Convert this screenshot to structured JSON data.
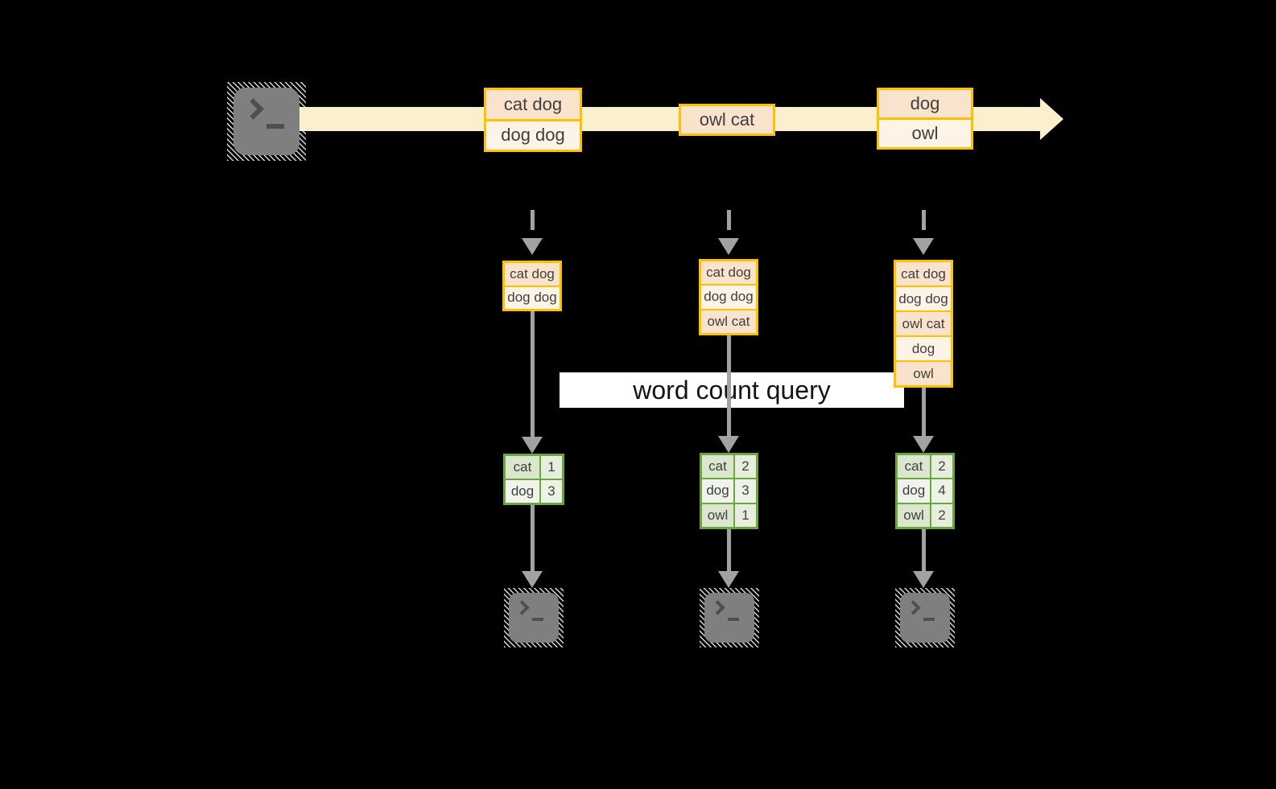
{
  "colors": {
    "background": "#000000",
    "stream_band": "#FBF0CE",
    "gold_border": "#FFC000",
    "peach_row_dark": "#FAE3CC",
    "peach_row_light": "#FDF3E6",
    "green_border": "#6CA63F",
    "green_cell_dark": "#DBE6CF",
    "green_cell_light": "#F0F4EB",
    "arrow_gray": "#A2A2A2",
    "terminal_gray": "#7F7F7F",
    "text_dark": "#3F3F3F",
    "label_bg": "#FFFFFF"
  },
  "icons": {
    "source": "terminal-prompt-icon",
    "sink": "terminal-prompt-icon"
  },
  "timeline": {
    "batches": [
      {
        "lines": [
          "cat dog",
          "dog dog"
        ]
      },
      {
        "lines": [
          "owl cat"
        ]
      },
      {
        "lines": [
          "dog",
          "owl"
        ]
      }
    ]
  },
  "query_label": "word count query",
  "columns": [
    {
      "input_lines": [
        "cat dog",
        "dog dog"
      ],
      "result_rows": [
        [
          "cat",
          "1"
        ],
        [
          "dog",
          "3"
        ]
      ]
    },
    {
      "input_lines": [
        "cat dog",
        "dog dog",
        "owl cat"
      ],
      "result_rows": [
        [
          "cat",
          "2"
        ],
        [
          "dog",
          "3"
        ],
        [
          "owl",
          "1"
        ]
      ]
    },
    {
      "input_lines": [
        "cat dog",
        "dog dog",
        "owl cat",
        "dog",
        "owl"
      ],
      "result_rows": [
        [
          "cat",
          "2"
        ],
        [
          "dog",
          "4"
        ],
        [
          "owl",
          "2"
        ]
      ]
    }
  ]
}
